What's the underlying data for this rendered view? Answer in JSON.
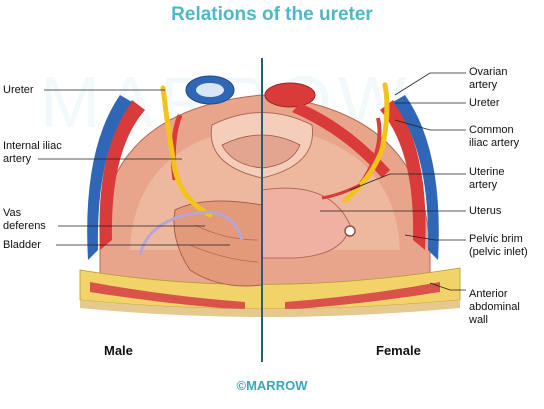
{
  "title": "Relations of the ureter",
  "watermark": "MARROW",
  "logo": "©MARROW",
  "colors": {
    "title": "#4fb8c8",
    "artery": "#d93a3a",
    "vein": "#2f66b5",
    "ureter": "#f2c31a",
    "muscle": "#e9a98a",
    "fat": "#f2d36a"
  },
  "left_labels": {
    "ureter": "Ureter",
    "internal_iliac_1": "Internal iliac",
    "internal_iliac_2": "artery",
    "vas_deferens_1": "Vas",
    "vas_deferens_2": "deferens",
    "bladder": "Bladder"
  },
  "right_labels": {
    "ovarian_1": "Ovarian",
    "ovarian_2": "artery",
    "ureter": "Ureter",
    "common_iliac_1": "Common",
    "common_iliac_2": "iliac artery",
    "uterine_1": "Uterine",
    "uterine_2": "artery",
    "uterus": "Uterus",
    "pelvic_brim_1": "Pelvic brim",
    "pelvic_brim_2": "(pelvic inlet)",
    "abdominal_1": "Anterior",
    "abdominal_2": "abdominal",
    "abdominal_3": "wall"
  },
  "sides": {
    "male": "Male",
    "female": "Female"
  }
}
